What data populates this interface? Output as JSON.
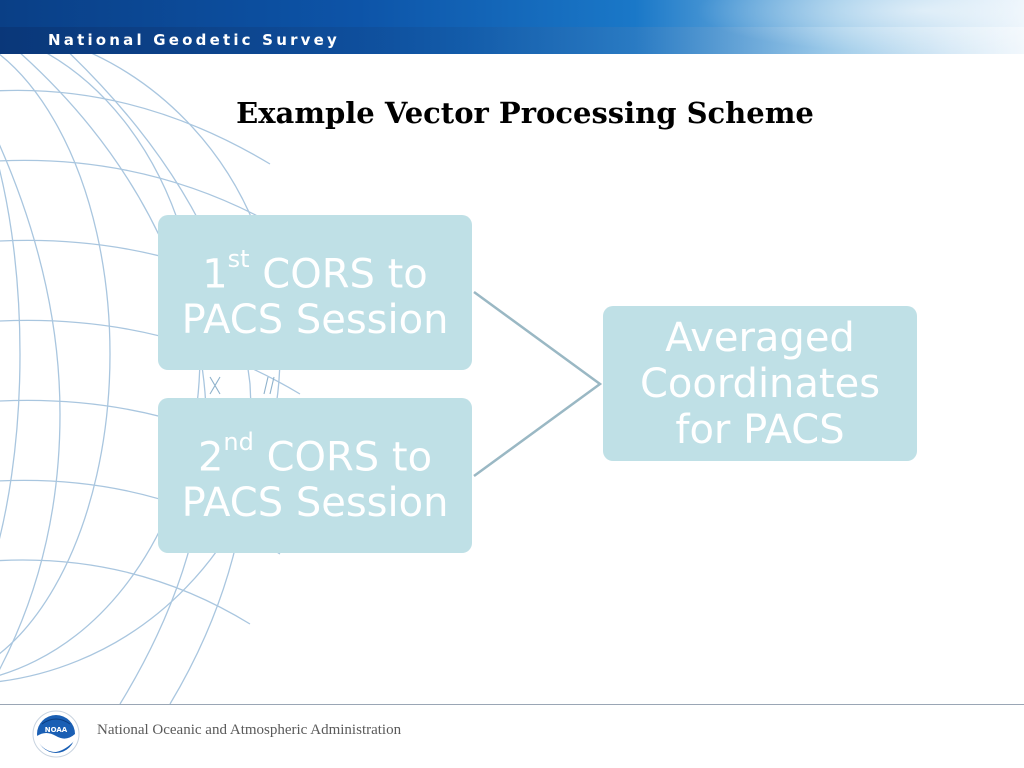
{
  "header": {
    "agency_name": "National Geodetic Survey"
  },
  "slide": {
    "title": "Example Vector Processing Scheme"
  },
  "diagram": {
    "nodes": [
      {
        "id": "session-1",
        "number": "1",
        "ordinal": "st",
        "line1_rest": " CORS to",
        "line2": "PACS Session"
      },
      {
        "id": "session-2",
        "number": "2",
        "ordinal": "nd",
        "line1_rest": " CORS to",
        "line2": "PACS Session"
      },
      {
        "id": "result",
        "lines": [
          "Averaged",
          "Coordinates",
          "for PACS"
        ]
      }
    ],
    "colors": {
      "node_fill": "#bfe0e6",
      "node_text": "#ffffff",
      "connector": "#9ab8c4"
    }
  },
  "footer": {
    "organization": "National Oceanic and Atmospheric Administration",
    "logo_text": "NOAA"
  }
}
